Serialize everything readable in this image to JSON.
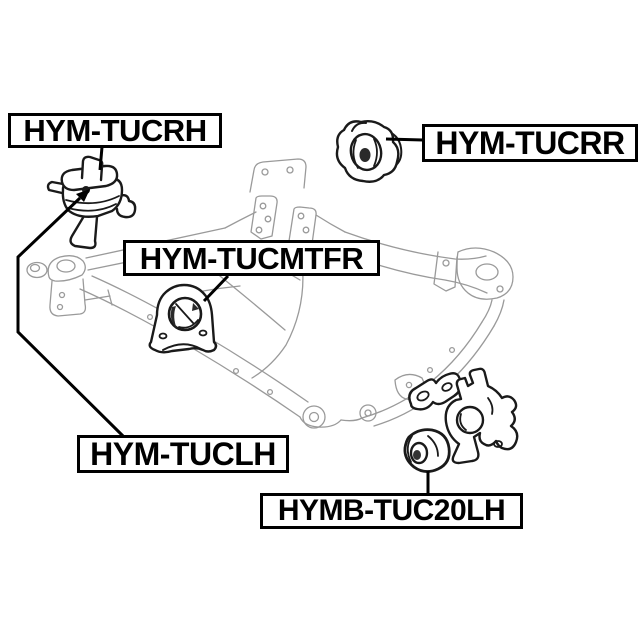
{
  "labels": [
    {
      "id": "hym-tucrh",
      "text": "HYM-TUCRH"
    },
    {
      "id": "hym-tucrr",
      "text": "HYM-TUCRR"
    },
    {
      "id": "hym-tucmtfr",
      "text": "HYM-TUCMTFR"
    },
    {
      "id": "hym-tuclh",
      "text": "HYM-TUCLH"
    },
    {
      "id": "hymb-tuc20lh",
      "text": "HYMB-TUC20LH"
    }
  ],
  "colors": {
    "background": "#ffffff",
    "label_border": "#000000",
    "label_text": "#000000",
    "leader_line": "#000000",
    "highlighted_part_line": "#1a1a1a",
    "frame_line": "#9a9a9a"
  }
}
